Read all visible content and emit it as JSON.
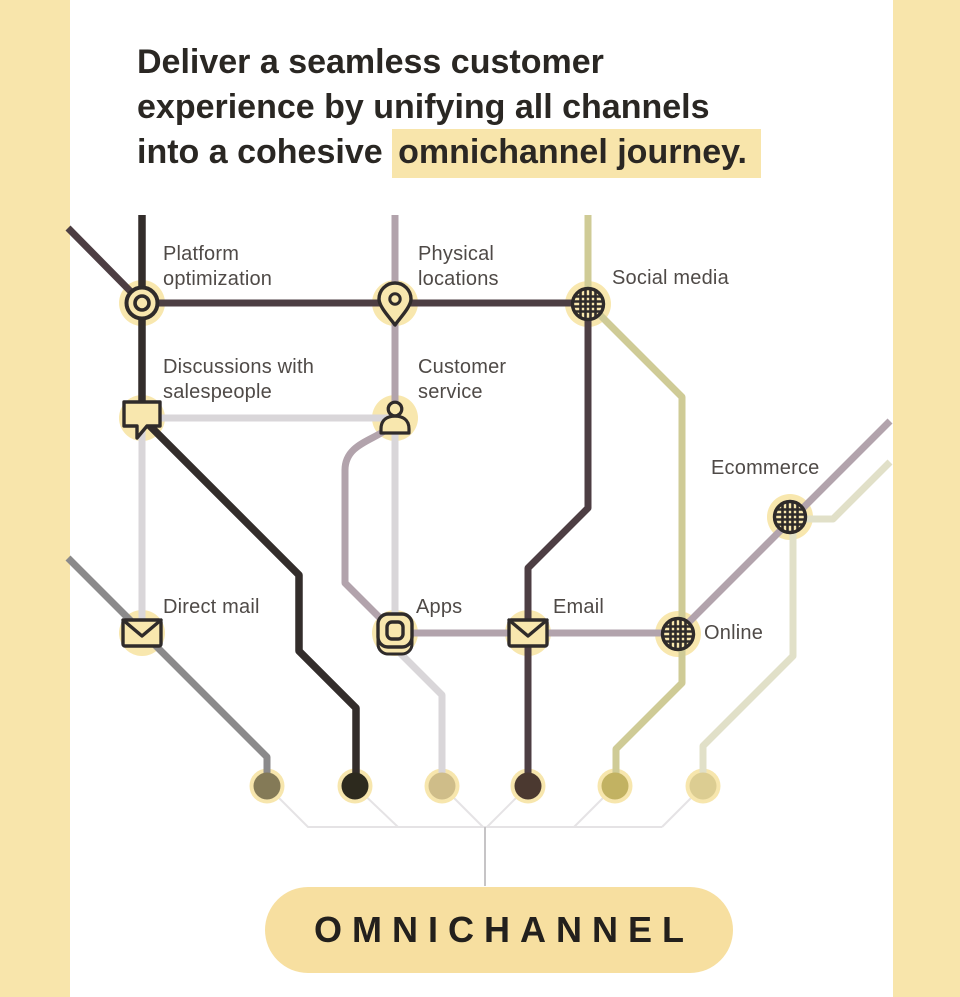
{
  "header": {
    "line1": "Deliver a seamless customer",
    "line2": "experience by unifying all channels",
    "line3_prefix": "into a cohesive ",
    "line3_highlight": "omnichannel journey."
  },
  "stations": [
    {
      "id": "platform-optimization",
      "label": "Platform\noptimization",
      "icon": "target-icon"
    },
    {
      "id": "physical-locations",
      "label": "Physical\nlocations",
      "icon": "map-pin-icon"
    },
    {
      "id": "social-media",
      "label": "Social media",
      "icon": "globe-icon"
    },
    {
      "id": "discussions",
      "label": "Discussions with\nsalespeople",
      "icon": "speech-bubble-icon"
    },
    {
      "id": "customer-service",
      "label": "Customer\nservice",
      "icon": "person-icon"
    },
    {
      "id": "ecommerce",
      "label": "Ecommerce",
      "icon": "globe-icon"
    },
    {
      "id": "direct-mail",
      "label": "Direct mail",
      "icon": "envelope-icon"
    },
    {
      "id": "apps",
      "label": "Apps",
      "icon": "apps-icon"
    },
    {
      "id": "email",
      "label": "Email",
      "icon": "envelope-icon"
    },
    {
      "id": "online",
      "label": "Online",
      "icon": "globe-icon"
    }
  ],
  "lines": [
    {
      "name": "black-line",
      "color": "#332d2b"
    },
    {
      "name": "dark-brown-line",
      "color": "#4d3e43"
    },
    {
      "name": "mauve-line",
      "color": "#b2a3ac"
    },
    {
      "name": "light-gray-line",
      "color": "#d9d6d9"
    },
    {
      "name": "gray-line",
      "color": "#8b8a8b"
    },
    {
      "name": "olive-line",
      "color": "#cfcb96"
    },
    {
      "name": "pale-olive-line",
      "color": "#e1e0c8"
    }
  ],
  "dots": [
    {
      "color": "#847a57"
    },
    {
      "color": "#2d2a1e"
    },
    {
      "color": "#cfbd89"
    },
    {
      "color": "#4b3930"
    },
    {
      "color": "#c2b262"
    },
    {
      "color": "#dccd92"
    }
  ],
  "accent": {
    "band": "#f8e5ab",
    "station_bg": "#f8e7ae",
    "dot_ring": "#f7e6ad",
    "pill_bg": "#f7dfa0",
    "ink": "#2f2b2a",
    "connector": "#e5e3e5"
  },
  "terminal": {
    "label": "OMNICHANNEL"
  }
}
